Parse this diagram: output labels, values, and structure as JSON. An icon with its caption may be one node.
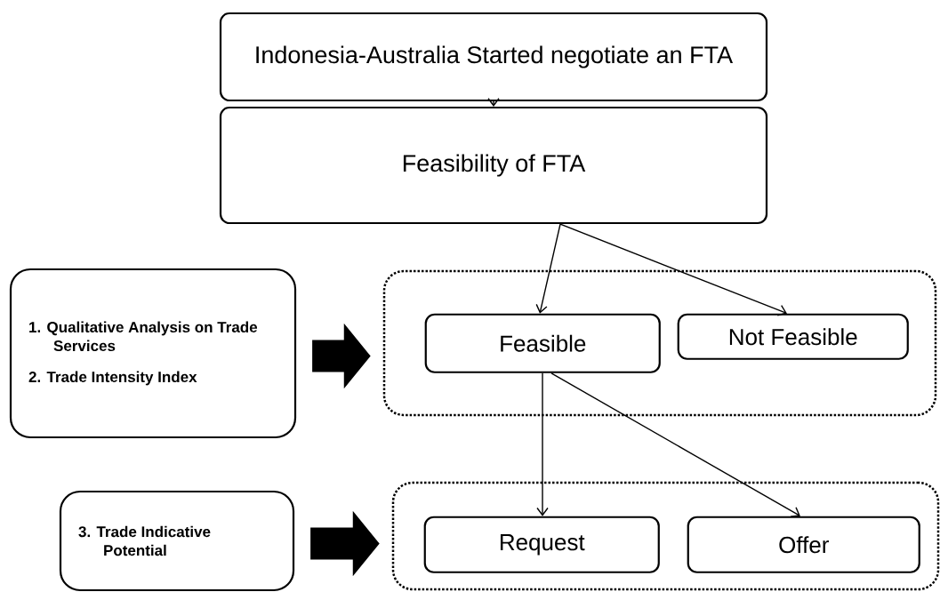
{
  "diagram": {
    "nodes": [
      {
        "text": [
          "Indonesia-Australia Started negotiate an FTA"
        ]
      },
      {
        "text": [
          "Feasibility of FTA"
        ]
      },
      {
        "text": [
          "1. Qualitative Analysis on Trade Services",
          "2. Trade Intensity Index"
        ]
      },
      {
        "text": [],
        "shape": "box"
      },
      {
        "text": [
          "Feasible"
        ],
        "in": 3
      },
      {
        "text": [
          "Not Feasible"
        ],
        "in": 3
      },
      {
        "text": [
          "3. Trade Indicative Potential"
        ]
      },
      {
        "text": [],
        "shape": "box"
      },
      {
        "text": [
          "Request"
        ],
        "in": 7
      },
      {
        "text": [
          "Offer"
        ],
        "in": 7
      }
    ],
    "edges": [
      {
        "from": 0,
        "to": 1,
        "arrow": "to"
      },
      {
        "from": 1,
        "to": 4,
        "arrow": "to"
      },
      {
        "from": 1,
        "to": 5,
        "arrow": "to"
      },
      {
        "from": 2,
        "to": 3,
        "arrow": "to",
        "style": "thick"
      },
      {
        "from": 4,
        "to": 8,
        "arrow": "to"
      },
      {
        "from": 4,
        "to": 9,
        "arrow": "to"
      },
      {
        "from": 6,
        "to": 7,
        "arrow": "to",
        "style": "thick"
      }
    ]
  }
}
